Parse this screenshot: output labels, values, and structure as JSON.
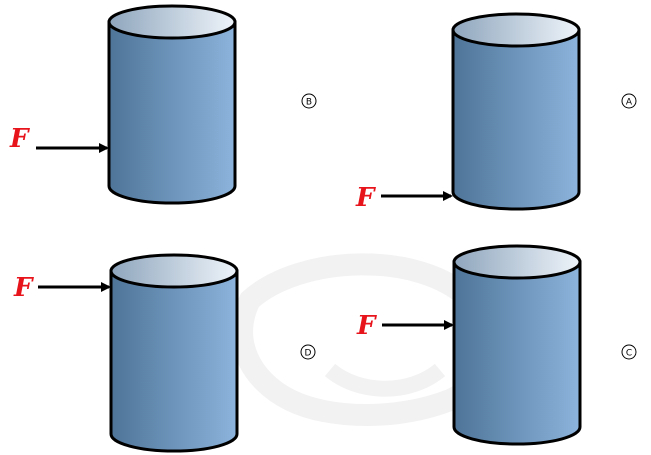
{
  "force_symbol": "F",
  "colors": {
    "force_label": "#e8141c",
    "arrow": "#000000",
    "cylinder_outline": "#000000",
    "cylinder_body_dark": "#4e7498",
    "cylinder_body_light": "#8cb4dc",
    "cylinder_top_dark": "#8fa6bd",
    "cylinder_top_light": "#eef4fa",
    "watermark": "#f2f2f2"
  },
  "panels": [
    {
      "id": "top-left",
      "option": "B",
      "force_position": "middle"
    },
    {
      "id": "top-right",
      "option": "A",
      "force_position": "bottom"
    },
    {
      "id": "bottom-left",
      "option": "D",
      "force_position": "top"
    },
    {
      "id": "bottom-right",
      "option": "C",
      "force_position": "middle"
    }
  ]
}
